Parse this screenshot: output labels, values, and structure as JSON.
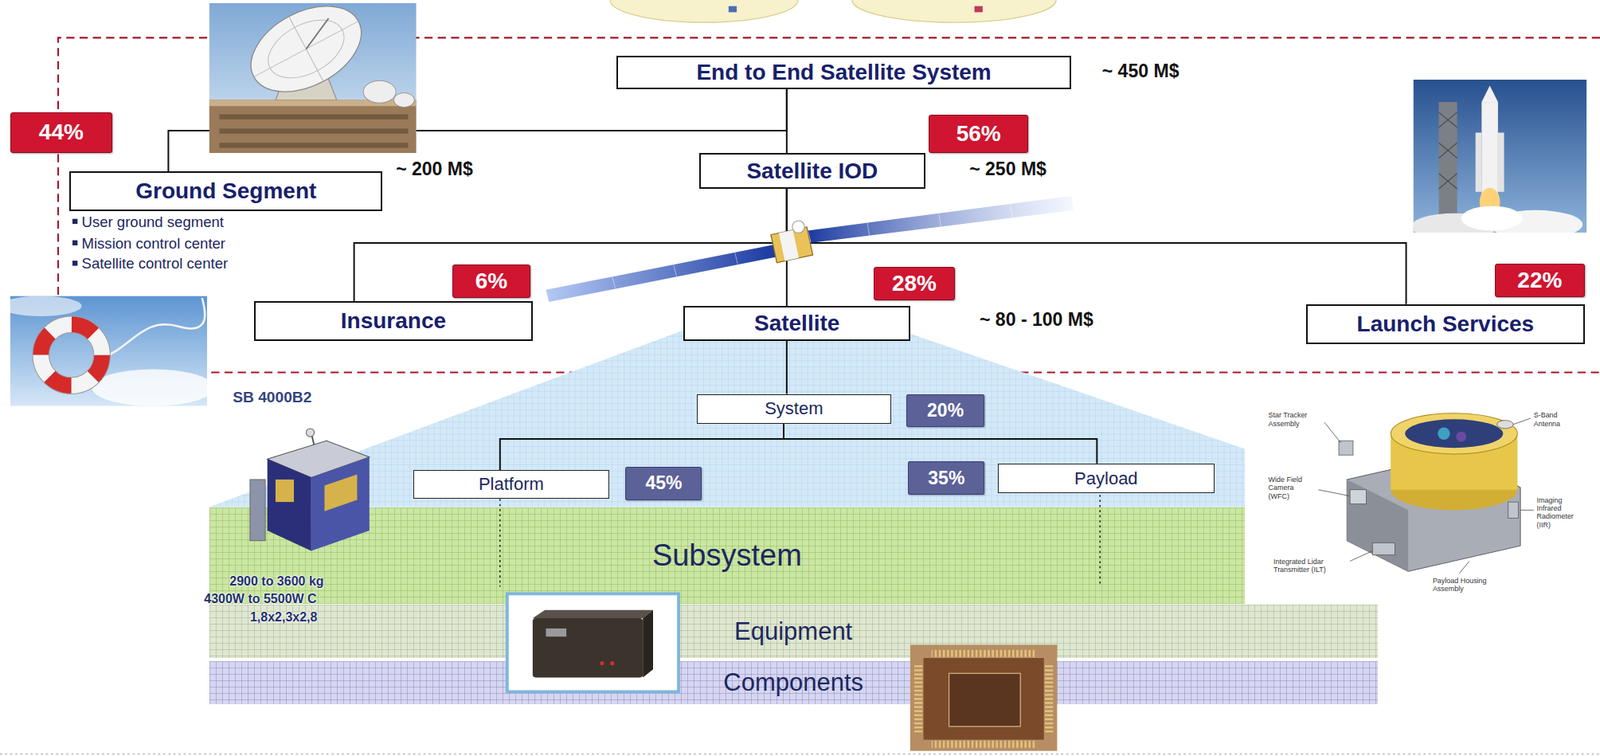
{
  "diagram": {
    "nodes": [
      {
        "text": [
          "End to End Satellite System"
        ]
      },
      {
        "text": [
          "44%"
        ]
      },
      {
        "text": [
          "Ground Segment"
        ]
      },
      {
        "text": [
          "56%"
        ]
      },
      {
        "text": [
          "Satellite IOD"
        ]
      },
      {
        "text": [
          "6%"
        ]
      },
      {
        "text": [
          "28%"
        ]
      },
      {
        "text": [
          "22%"
        ]
      },
      {
        "text": [
          "Insurance"
        ]
      },
      {
        "text": [
          "Satellite"
        ]
      },
      {
        "text": [
          "Launch Services"
        ]
      },
      {
        "text": [
          "System"
        ]
      },
      {
        "text": [
          "20%"
        ]
      },
      {
        "text": [
          "Platform"
        ]
      },
      {
        "text": [
          "45%"
        ]
      },
      {
        "text": [
          "35%"
        ]
      },
      {
        "text": [
          "Payload"
        ]
      },
      {
        "text": [
          "Subsystem"
        ]
      },
      {
        "text": [
          "Equipment"
        ]
      },
      {
        "text": [
          "Components"
        ]
      }
    ],
    "edges": [
      {
        "from": 0,
        "to": 2,
        "arrow": "none"
      },
      {
        "from": 0,
        "to": 4,
        "arrow": "none"
      },
      {
        "from": 4,
        "to": 8,
        "arrow": "none"
      },
      {
        "from": 4,
        "to": 9,
        "arrow": "none"
      },
      {
        "from": 4,
        "to": 10,
        "arrow": "none"
      },
      {
        "from": 9,
        "to": 11,
        "arrow": "none"
      },
      {
        "from": 11,
        "to": 13,
        "arrow": "none"
      },
      {
        "from": 11,
        "to": 16,
        "arrow": "none"
      }
    ],
    "labels": [
      "~ 450 M$",
      "~ 200 M$",
      "~ 250 M$",
      "User ground segment",
      "Mission control center",
      "Satellite control center",
      "~ 80 - 100 M$",
      "SB 4000B2",
      "2900 to 3600 kg",
      "4300W to 5500W C",
      "1,8x2,3x2,8",
      "Star Tracker Assembly",
      "S-Band Antenna",
      "Wide Field Camera (WFC)",
      "Imaging Infrared Radiometer (IIR)",
      "Integrated Lidar Transmitter (ILT)",
      "Payload Housing Assembly"
    ]
  }
}
